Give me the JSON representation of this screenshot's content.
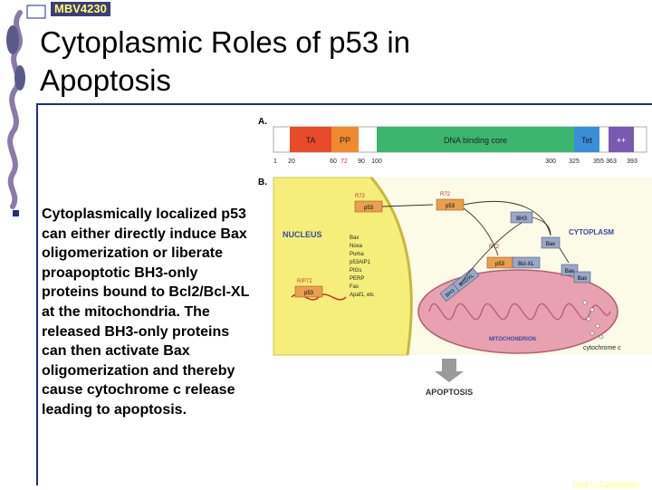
{
  "header": {
    "course": "MBV4230"
  },
  "title": "Cytoplasmic Roles of p53 in Apoptosis",
  "bullet": "Cytoplasmically localized p53 can either directly induce Bax oligomerization or liberate proapoptotic BH3-only proteins bound to Bcl2/Bcl-XL at the mitochondria. The released BH3-only proteins can then activate Bax oligomerization and thereby cause cytochrome c release leading to apoptosis.",
  "figure": {
    "panel_a_label": "A.",
    "panel_b_label": "B.",
    "domains": [
      "TA",
      "PP",
      "DNA binding core",
      "Tet",
      "++"
    ],
    "positions": [
      "1",
      "20",
      "60",
      "72",
      "90",
      "100",
      "300",
      "325",
      "355",
      "363",
      "393"
    ],
    "nucleus": "NUCLEUS",
    "cytoplasm": "CYTOPLASM",
    "mitochondrion": "MITOCHONDRION",
    "apoptosis": "APOPTOSIS",
    "cytochrome": "cytochrome c",
    "r72": "R72",
    "rp72": "R/P72",
    "p53": "p53",
    "bh3": "BH3",
    "bax": "Bax",
    "bclxl": "Bcl-XL",
    "bcl2": "Bcl2/XL",
    "targets": [
      "Bax",
      "Noxa",
      "Puma",
      "p53AIP1",
      "PIGs",
      "PERP",
      "Fas",
      "Apaf1, etc"
    ]
  },
  "footer": "Odd S. Gabrielsen",
  "colors": {
    "accent": "#1f2e8a",
    "ta": "#e84a2a",
    "pp": "#f08a30",
    "core": "#3cb56e",
    "tet": "#3a8ed8",
    "plus": "#7a5ab0",
    "nucleus": "#f5ee7a",
    "mito": "#e8a1b0"
  }
}
